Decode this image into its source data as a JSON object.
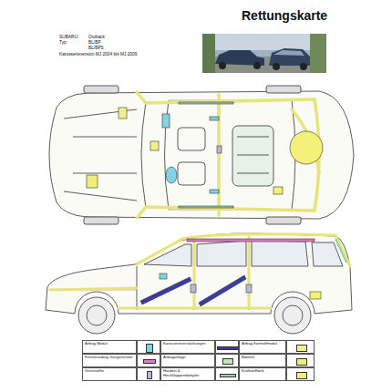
{
  "diagram": {
    "title": "Rettungskarte",
    "labels": [
      "SUBARU:",
      "Outback",
      "Typ:",
      "BL/BP",
      "BL/BPS",
      "Karosserieversion MJ 2004 bis MJ 2009"
    ],
    "legend": [
      {
        "text": "Airbag Modul",
        "color": "#7fd3e3"
      },
      {
        "text": "Karosserieverstärkungen",
        "color": "#3b3ba6"
      },
      {
        "text": "Airbag Kontrollmodul",
        "color": "#f2f08c"
      },
      {
        "text": "Fensterairbag Gasgenerator",
        "color": "#e07ac4"
      },
      {
        "text": "Airbaganlage",
        "color": "#bfe8b4"
      },
      {
        "text": "Batterie",
        "color": "#f0ee7a"
      },
      {
        "text": "Gurtstraffer",
        "color": "#b9b9d6"
      },
      {
        "text": "Hauben & Heckklappendämpfer",
        "color": "#8ed6a8"
      },
      {
        "text": "Kraftstofftank",
        "color": "#f4f07a"
      }
    ]
  }
}
